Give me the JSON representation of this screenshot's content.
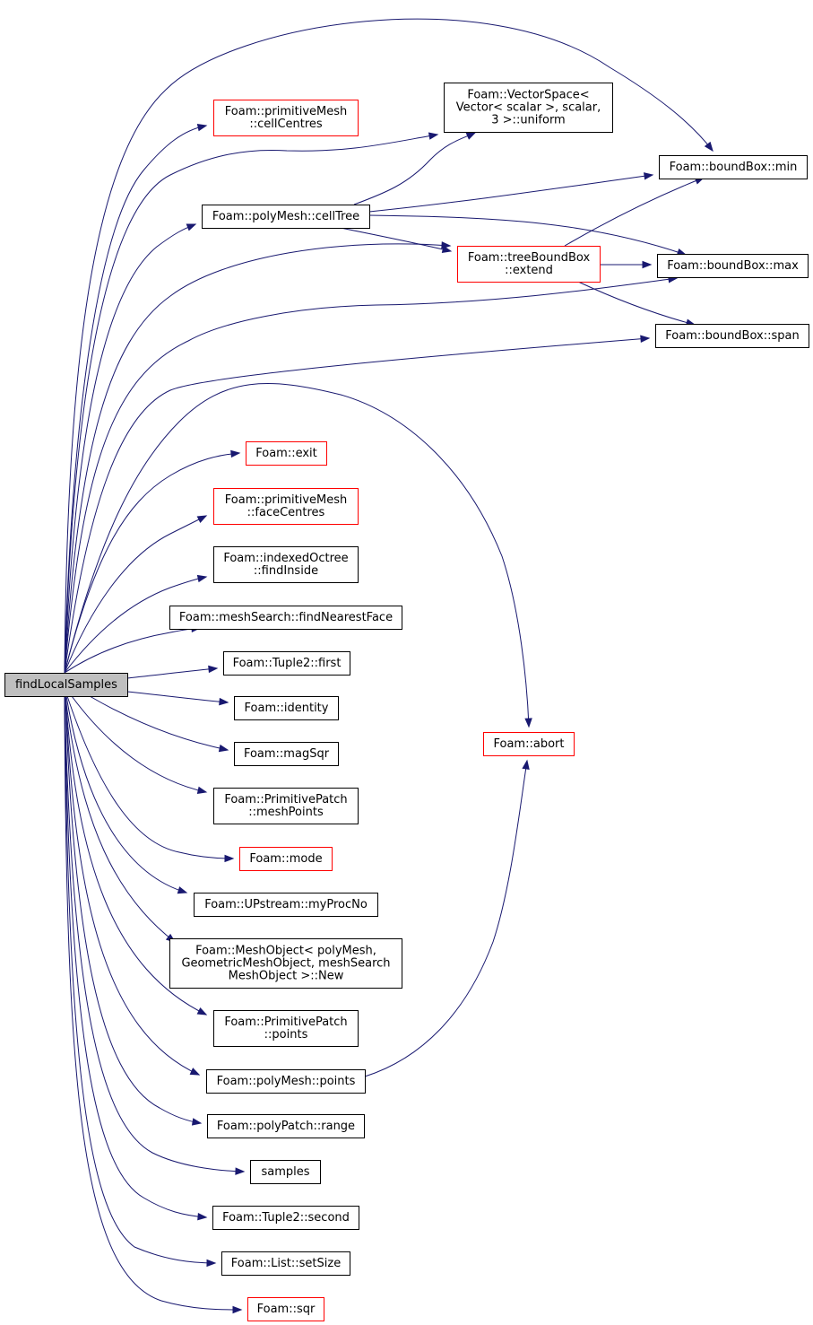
{
  "colors": {
    "edge": "#191970",
    "root_fill": "#bfbfbf",
    "node_border_black": "#000000",
    "node_border_red": "#ff0000"
  },
  "nodes": {
    "root": {
      "lines": [
        "findLocalSamples"
      ],
      "border": "black",
      "fill": "gray"
    },
    "cellCentres": {
      "lines": [
        "Foam::primitiveMesh",
        "::cellCentres"
      ],
      "border": "red"
    },
    "vectorUniform": {
      "lines": [
        "Foam::VectorSpace<",
        "Vector< scalar >, scalar,",
        "3 >::uniform"
      ],
      "border": "black"
    },
    "polyCellTree": {
      "lines": [
        "Foam::polyMesh::cellTree"
      ],
      "border": "black"
    },
    "bbMin": {
      "lines": [
        "Foam::boundBox::min"
      ],
      "border": "black"
    },
    "treeExtend": {
      "lines": [
        "Foam::treeBoundBox",
        "::extend"
      ],
      "border": "red"
    },
    "bbMax": {
      "lines": [
        "Foam::boundBox::max"
      ],
      "border": "black"
    },
    "bbSpan": {
      "lines": [
        "Foam::boundBox::span"
      ],
      "border": "black"
    },
    "exit": {
      "lines": [
        "Foam::exit"
      ],
      "border": "red"
    },
    "faceCentres": {
      "lines": [
        "Foam::primitiveMesh",
        "::faceCentres"
      ],
      "border": "red"
    },
    "findInside": {
      "lines": [
        "Foam::indexedOctree",
        "::findInside"
      ],
      "border": "black"
    },
    "findNearestFace": {
      "lines": [
        "Foam::meshSearch::findNearestFace"
      ],
      "border": "black"
    },
    "tupleFirst": {
      "lines": [
        "Foam::Tuple2::first"
      ],
      "border": "black"
    },
    "identity": {
      "lines": [
        "Foam::identity"
      ],
      "border": "black"
    },
    "magSqr": {
      "lines": [
        "Foam::magSqr"
      ],
      "border": "black"
    },
    "meshPoints": {
      "lines": [
        "Foam::PrimitivePatch",
        "::meshPoints"
      ],
      "border": "black"
    },
    "abort": {
      "lines": [
        "Foam::abort"
      ],
      "border": "red"
    },
    "mode": {
      "lines": [
        "Foam::mode"
      ],
      "border": "red"
    },
    "myProcNo": {
      "lines": [
        "Foam::UPstream::myProcNo"
      ],
      "border": "black"
    },
    "meshObjectNew": {
      "lines": [
        "Foam::MeshObject< polyMesh,",
        "GeometricMeshObject, meshSearch",
        "MeshObject >::New"
      ],
      "border": "black"
    },
    "patchPoints": {
      "lines": [
        "Foam::PrimitivePatch",
        "::points"
      ],
      "border": "black"
    },
    "polyPoints": {
      "lines": [
        "Foam::polyMesh::points"
      ],
      "border": "black"
    },
    "range": {
      "lines": [
        "Foam::polyPatch::range"
      ],
      "border": "black"
    },
    "samples": {
      "lines": [
        "samples"
      ],
      "border": "black"
    },
    "tupleSecond": {
      "lines": [
        "Foam::Tuple2::second"
      ],
      "border": "black"
    },
    "setSize": {
      "lines": [
        "Foam::List::setSize"
      ],
      "border": "black"
    },
    "sqr": {
      "lines": [
        "Foam::sqr"
      ],
      "border": "red"
    }
  },
  "edges": [
    [
      "root",
      "bbMin"
    ],
    [
      "root",
      "cellCentres"
    ],
    [
      "root",
      "vectorUniform"
    ],
    [
      "root",
      "polyCellTree"
    ],
    [
      "root",
      "treeExtend"
    ],
    [
      "root",
      "bbMax"
    ],
    [
      "root",
      "bbSpan"
    ],
    [
      "root",
      "abort"
    ],
    [
      "root",
      "exit"
    ],
    [
      "root",
      "faceCentres"
    ],
    [
      "root",
      "findInside"
    ],
    [
      "root",
      "findNearestFace"
    ],
    [
      "root",
      "tupleFirst"
    ],
    [
      "root",
      "identity"
    ],
    [
      "root",
      "magSqr"
    ],
    [
      "root",
      "meshPoints"
    ],
    [
      "root",
      "mode"
    ],
    [
      "root",
      "myProcNo"
    ],
    [
      "root",
      "meshObjectNew"
    ],
    [
      "root",
      "patchPoints"
    ],
    [
      "root",
      "polyPoints"
    ],
    [
      "root",
      "range"
    ],
    [
      "root",
      "samples"
    ],
    [
      "root",
      "tupleSecond"
    ],
    [
      "root",
      "setSize"
    ],
    [
      "root",
      "sqr"
    ],
    [
      "polyCellTree",
      "vectorUniform"
    ],
    [
      "polyCellTree",
      "bbMin"
    ],
    [
      "polyCellTree",
      "treeExtend"
    ],
    [
      "polyCellTree",
      "bbMax"
    ],
    [
      "treeExtend",
      "bbMin"
    ],
    [
      "treeExtend",
      "bbMax"
    ],
    [
      "treeExtend",
      "bbSpan"
    ],
    [
      "polyPoints",
      "abort"
    ]
  ]
}
